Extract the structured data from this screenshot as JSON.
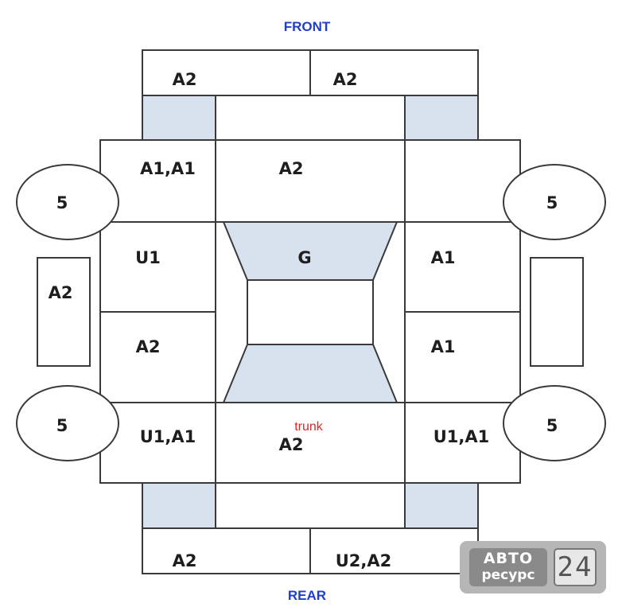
{
  "labels": {
    "front": "FRONT",
    "rear": "REAR",
    "trunk": "trunk",
    "front_bumper_left": "A2",
    "front_bumper_right": "A2",
    "hood_left": "A1,A1",
    "hood_center": "A2",
    "left_door_front": "U1",
    "windshield": "G",
    "right_door_front": "A1",
    "left_mirror": "A2",
    "left_door_rear": "A2",
    "right_door_rear": "A1",
    "rear_left": "U1,A1",
    "trunk_center": "A2",
    "rear_right": "U1,A1",
    "rear_bumper_left": "A2",
    "rear_bumper_right": "U2,A2",
    "wheel_front_left": "5",
    "wheel_front_right": "5",
    "wheel_rear_left": "5",
    "wheel_rear_right": "5"
  },
  "colors": {
    "direction_text": "#1f3fc8",
    "trunk_text": "#d42a2a",
    "shaded_panel": "#d8e2ef"
  },
  "watermark": {
    "line1": "АВТО",
    "line2": "ресурс",
    "number": "24"
  }
}
